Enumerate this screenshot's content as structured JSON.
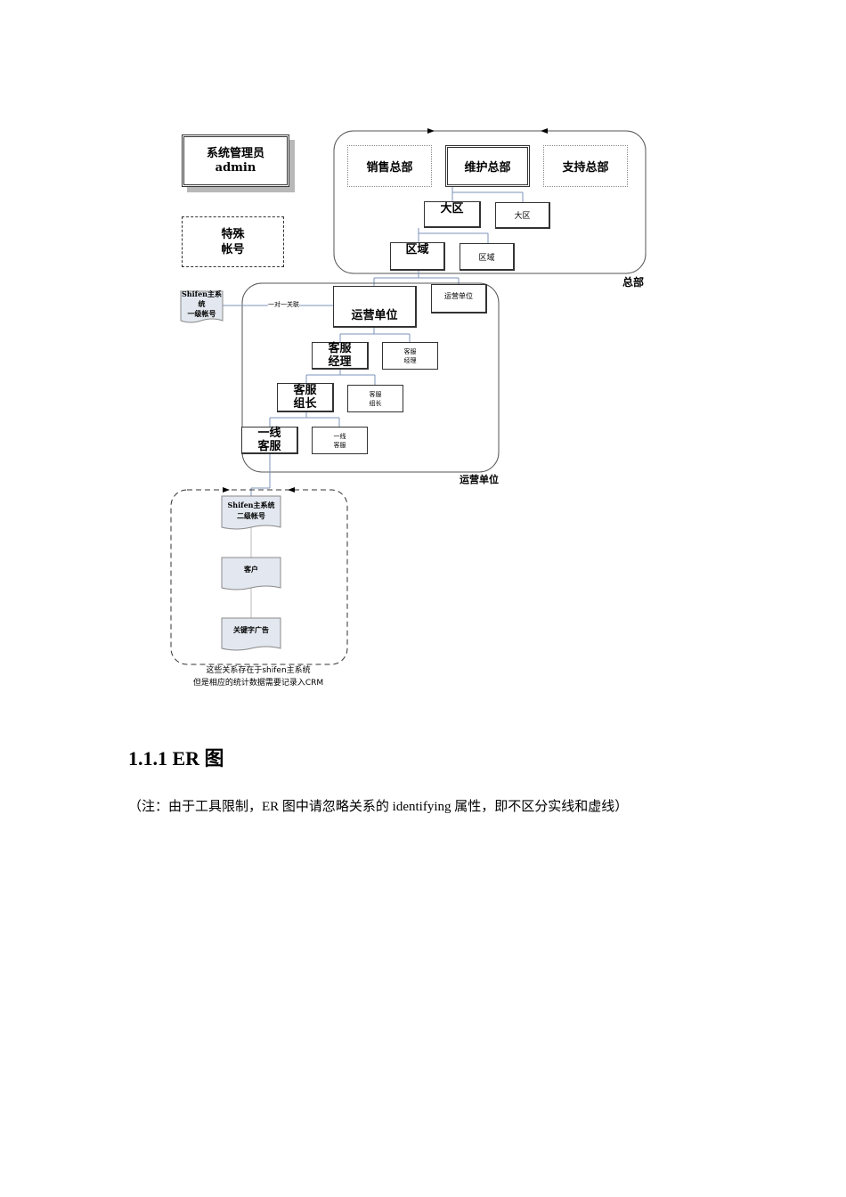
{
  "diagram": {
    "sys_admin": {
      "line1": "系统管理员",
      "line2": "admin"
    },
    "special_account": {
      "line1": "特殊",
      "line2": "帐号"
    },
    "hq": {
      "sales": "销售总部",
      "maintenance": "维护总部",
      "support": "支持总部",
      "region_main": "大区",
      "region_small": "大区",
      "area_main": "区域",
      "area_small": "区域",
      "label": "总部"
    },
    "shifen_level1": {
      "line1": "Shifen主系统",
      "line2": "一级帐号"
    },
    "one_to_one": "一对一关联",
    "op_unit": {
      "main": "运营单位",
      "small": "运营单位",
      "cs_manager_main": {
        "line1": "客服",
        "line2": "经理"
      },
      "cs_manager_small": {
        "line1": "客服",
        "line2": "经理"
      },
      "cs_leader_main": {
        "line1": "客服",
        "line2": "组长"
      },
      "cs_leader_small": {
        "line1": "客服",
        "line2": "组长"
      },
      "frontline_main": {
        "line1": "一线",
        "line2": "客服"
      },
      "frontline_small": {
        "line1": "一线",
        "line2": "客服"
      },
      "label": "运营单位"
    },
    "shifen_system": {
      "level2": {
        "line1": "Shifen主系统",
        "line2": "二级帐号"
      },
      "customer": "客户",
      "keyword_ad": "关键字广告",
      "caption_line1": "这些关系存在于shifen主系统",
      "caption_line2": "但是相应的统计数据需要记录入CRM"
    }
  },
  "section": {
    "number": "1.1.1",
    "title": "ER 图",
    "note": "（注：由于工具限制，ER 图中请忽略关系的 identifying 属性，即不区分实线和虚线）"
  }
}
